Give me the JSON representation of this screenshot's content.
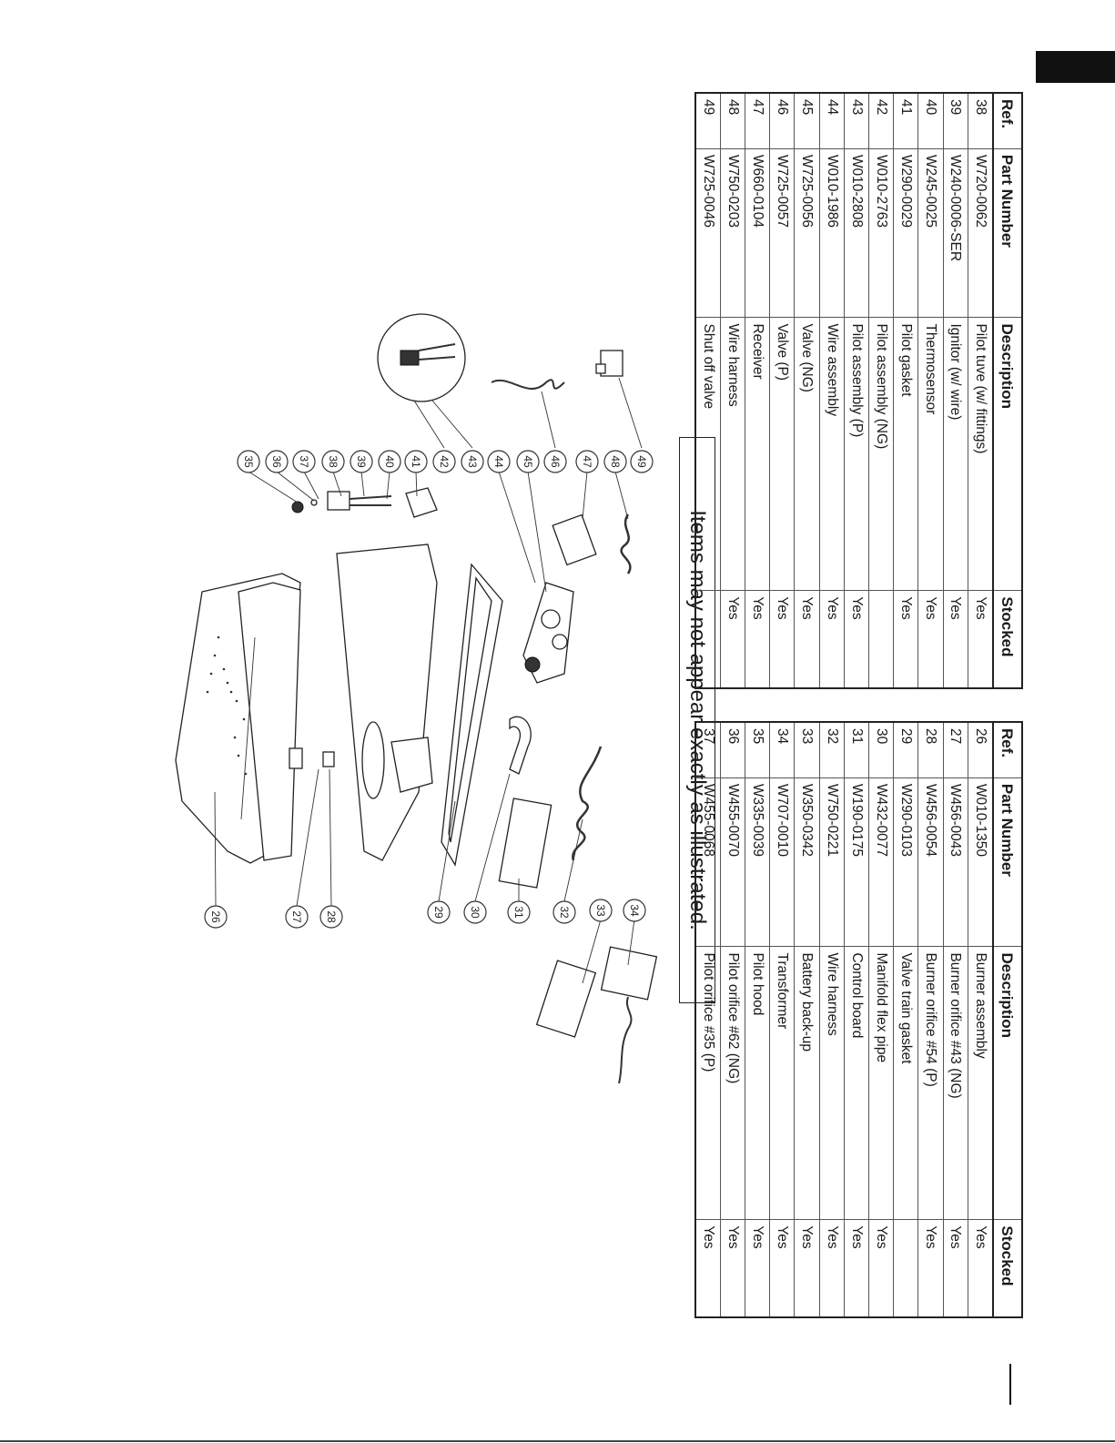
{
  "note": "Items may not appear exactly as illustrated.",
  "headers": {
    "ref": "Ref.",
    "part": "Part Number",
    "desc": "Description",
    "stocked": "Stocked"
  },
  "table_a": [
    {
      "ref": "26",
      "part": "W010-1350",
      "desc": "Burner assembly",
      "stocked": "Yes"
    },
    {
      "ref": "27",
      "part": "W456-0043",
      "desc": "Burner orifice #43 (NG)",
      "stocked": "Yes"
    },
    {
      "ref": "28",
      "part": "W456-0054",
      "desc": "Burner orifice #54 (P)",
      "stocked": "Yes"
    },
    {
      "ref": "29",
      "part": "W290-0103",
      "desc": "Valve train gasket",
      "stocked": ""
    },
    {
      "ref": "30",
      "part": "W432-0077",
      "desc": "Manifold flex pipe",
      "stocked": "Yes"
    },
    {
      "ref": "31",
      "part": "W190-0175",
      "desc": "Control board",
      "stocked": "Yes"
    },
    {
      "ref": "32",
      "part": "W750-0221",
      "desc": "Wire harness",
      "stocked": "Yes"
    },
    {
      "ref": "33",
      "part": "W350-0342",
      "desc": "Battery back-up",
      "stocked": "Yes"
    },
    {
      "ref": "34",
      "part": "W707-0010",
      "desc": "Transformer",
      "stocked": "Yes"
    },
    {
      "ref": "35",
      "part": "W335-0039",
      "desc": "Pilot hood",
      "stocked": "Yes"
    },
    {
      "ref": "36",
      "part": "W455-0070",
      "desc": "Pilot orifice #62 (NG)",
      "stocked": "Yes"
    },
    {
      "ref": "37",
      "part": "W455-0068",
      "desc": "Pilot orifice #35 (P)",
      "stocked": "Yes"
    }
  ],
  "table_b": [
    {
      "ref": "38",
      "part": "W720-0062",
      "desc": "Pilot tuve (w/ fittings)",
      "stocked": "Yes"
    },
    {
      "ref": "39",
      "part": "W240-0006-SER",
      "desc": "Ignitor (w/ wire)",
      "stocked": "Yes"
    },
    {
      "ref": "40",
      "part": "W245-0025",
      "desc": "Thermosensor",
      "stocked": "Yes"
    },
    {
      "ref": "41",
      "part": "W290-0029",
      "desc": "Pilot gasket",
      "stocked": "Yes"
    },
    {
      "ref": "42",
      "part": "W010-2763",
      "desc": "Pilot assembly (NG)",
      "stocked": ""
    },
    {
      "ref": "43",
      "part": "W010-2808",
      "desc": "Pilot assembly (P)",
      "stocked": "Yes"
    },
    {
      "ref": "44",
      "part": "W010-1986",
      "desc": "Wire assembly",
      "stocked": "Yes"
    },
    {
      "ref": "45",
      "part": "W725-0056",
      "desc": "Valve (NG)",
      "stocked": "Yes"
    },
    {
      "ref": "46",
      "part": "W725-0057",
      "desc": "Valve (P)",
      "stocked": "Yes"
    },
    {
      "ref": "47",
      "part": "W660-0104",
      "desc": "Receiver",
      "stocked": "Yes"
    },
    {
      "ref": "48",
      "part": "W750-0203",
      "desc": "Wire harness",
      "stocked": "Yes"
    },
    {
      "ref": "49",
      "part": "W725-0046",
      "desc": "Shut off valve",
      "stocked": ""
    }
  ],
  "callouts": [
    "26",
    "27",
    "28",
    "29",
    "30",
    "31",
    "32",
    "33",
    "34",
    "35",
    "36",
    "37",
    "38",
    "39",
    "40",
    "41",
    "42",
    "43",
    "44",
    "45",
    "46",
    "47",
    "48",
    "49"
  ]
}
